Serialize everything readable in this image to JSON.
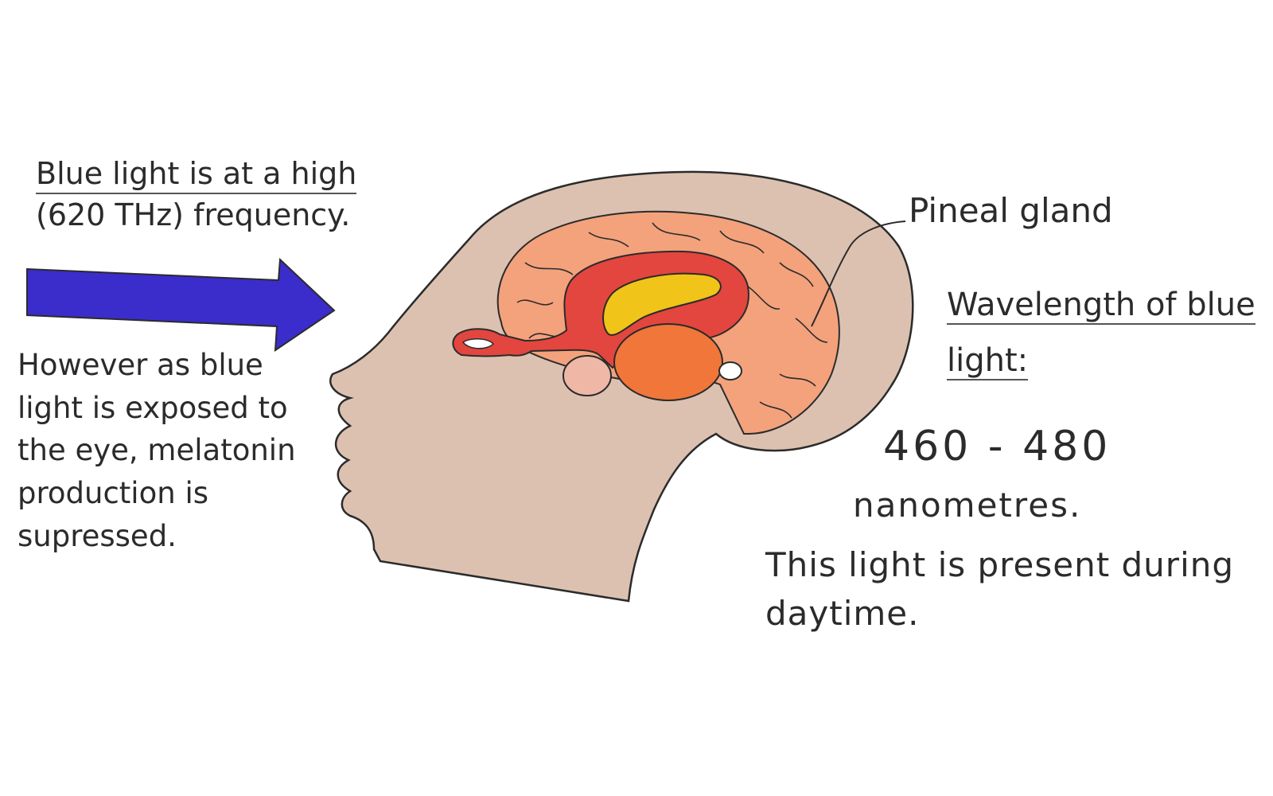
{
  "colors": {
    "arrow": "#3b2ccc",
    "head": "#dcc1b1",
    "brain": "#f3a27c",
    "inner": "#e2463f",
    "yellow": "#f0c419",
    "thalamus": "#f0763a",
    "small_body": "#efb8a6",
    "outline": "#2b2b2b"
  },
  "labels": {
    "frequency_line1": "Blue light is at a high",
    "frequency_line2": "(620 THz) frequency.",
    "suppression": "However as blue light is exposed to the eye, melatonin production is supressed.",
    "pineal": "Pineal gland",
    "wavelength_heading": "Wavelength of blue light:",
    "wavelength_range": "460 - 480",
    "wavelength_unit": "nanometres.",
    "daytime": "This light is present during daytime."
  }
}
